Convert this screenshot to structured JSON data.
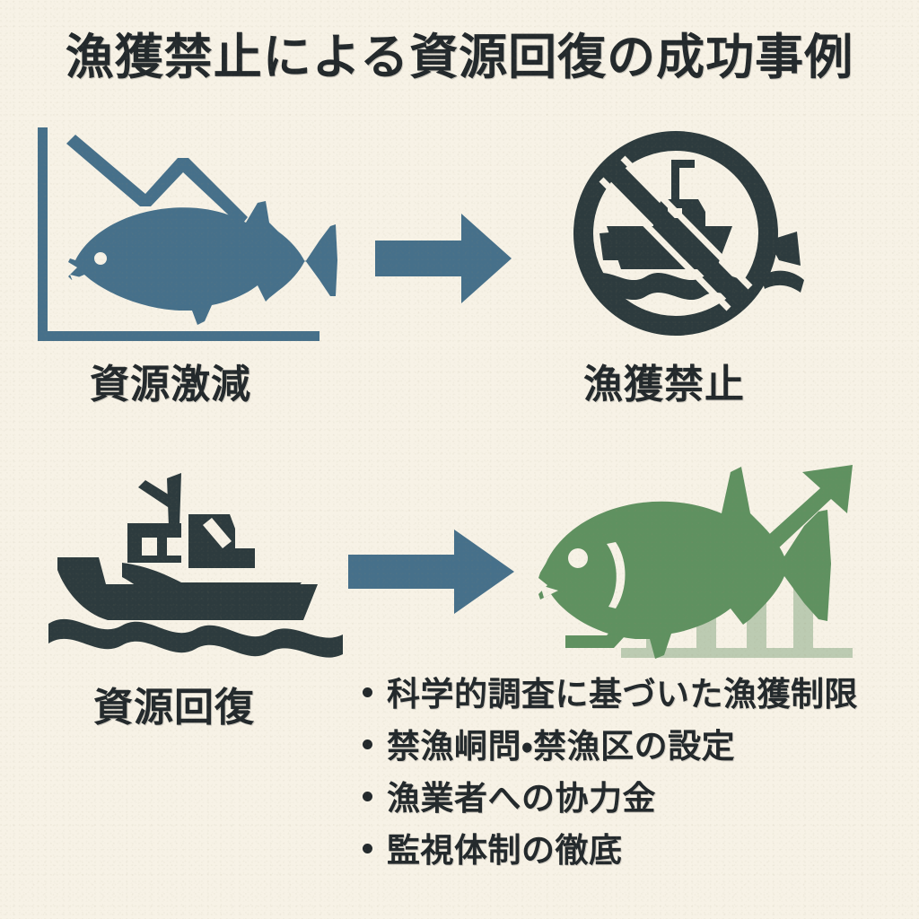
{
  "title": "漁獲禁止による資源回復の成功事例",
  "colors": {
    "background": "#f7f2e6",
    "ink": "#23292c",
    "blue": "#46708a",
    "charcoal": "#2d3b3e",
    "green": "#5f9160",
    "green_light": "#bccbb2"
  },
  "panels": [
    {
      "id": "resource-decline",
      "icon": "declining-chart-fish-icon",
      "caption": "資源激減",
      "color": "#46708a"
    },
    {
      "id": "fishing-ban",
      "icon": "no-fishing-sign-icon",
      "caption": "漁獲禁止",
      "color": "#2d3b3e"
    },
    {
      "id": "resource-recovery",
      "icon": "fishing-boat-icon",
      "caption": "資源回復",
      "color": "#2d3b3e"
    },
    {
      "id": "recovered-stock",
      "icon": "rising-chart-fish-icon",
      "caption": "",
      "color": "#5f9160"
    }
  ],
  "arrows": [
    {
      "name": "arrow-decline-to-ban",
      "direction": "right",
      "color": "#46708a"
    },
    {
      "name": "arrow-boat-to-recovery",
      "direction": "right",
      "color": "#46708a"
    }
  ],
  "measures": {
    "heading": "",
    "items": [
      "科学的調査に基づいた漁獲制限",
      "禁漁峒問・禁漁区の設定",
      "漁業者への协力金",
      "監視体制の徹底"
    ]
  }
}
